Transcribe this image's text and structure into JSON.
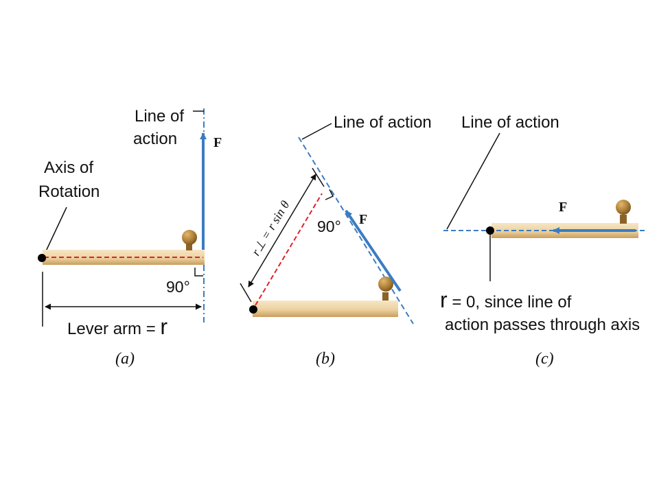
{
  "colors": {
    "force_arrow": "#3a7cc1",
    "lever_arm_line": "#e0202a",
    "line_of_action": "#3a7cc1",
    "bar_light": "#f1dcb4",
    "bar_dark": "#c99d5c",
    "knob": "#a97a34",
    "axis_dot": "#000000"
  },
  "panel_a": {
    "line_of_action_label_1": "Line of",
    "line_of_action_label_2": "action",
    "force_label": "F",
    "axis_label_1": "Axis of",
    "axis_label_2": "Rotation",
    "angle_label": "90°",
    "lever_arm_text": "Lever arm = ",
    "lever_arm_symbol": "r",
    "caption": "(a)"
  },
  "panel_b": {
    "line_of_action_label": "Line of action",
    "force_label": "F",
    "angle_label": "90°",
    "perp_label": "r⊥ = r sin θ",
    "caption": "(b)"
  },
  "panel_c": {
    "line_of_action_label": "Line of action",
    "force_label": "F",
    "note_symbol": "r",
    "note_line_1": " = 0, since line of",
    "note_line_2": "action passes through axis",
    "caption": "(c)"
  }
}
